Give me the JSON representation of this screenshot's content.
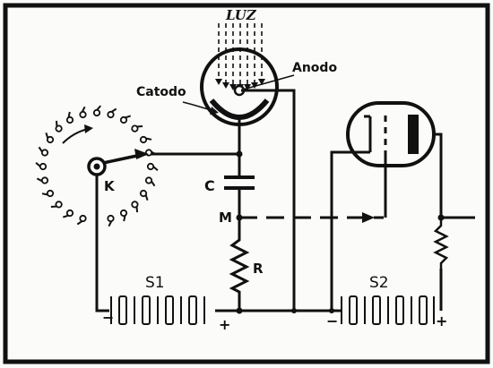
{
  "labels": {
    "light": "LUZ",
    "anode": "Anodo",
    "cathode": "Catodo",
    "switch": "K",
    "capacitor": "C",
    "node": "M",
    "resistor": "R",
    "battery1": "S1",
    "battery2": "S2",
    "minus": "−",
    "plus": "+"
  },
  "colors": {
    "ink": "#111111",
    "paper": "#fbfbf9"
  }
}
